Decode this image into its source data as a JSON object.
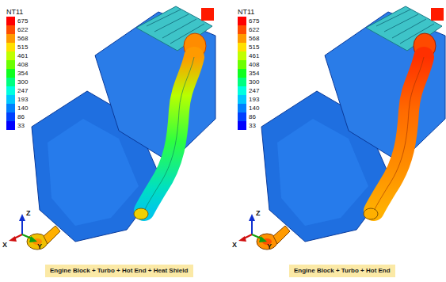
{
  "diagram": {
    "nodes": [
      {
        "text": [
          "Engine Block + Turbo + Hot End + Heat Shield"
        ]
      },
      {
        "text": [
          "Engine Block + Turbo + Hot End"
        ]
      }
    ],
    "labels": [
      "NT11",
      "Z",
      "X",
      "Y",
      "NT11",
      "Z",
      "X",
      "Y"
    ],
    "legend": [
      {
        "text": "675",
        "color": "#ff0000"
      },
      {
        "text": "622",
        "color": "#ff4d00"
      },
      {
        "text": "568",
        "color": "#ff9a00"
      },
      {
        "text": "515",
        "color": "#ffe000"
      },
      {
        "text": "461",
        "color": "#c0ff00"
      },
      {
        "text": "408",
        "color": "#6cff00"
      },
      {
        "text": "354",
        "color": "#10ff20"
      },
      {
        "text": "300",
        "color": "#00ff80"
      },
      {
        "text": "247",
        "color": "#00ffe0"
      },
      {
        "text": "193",
        "color": "#00c8ff"
      },
      {
        "text": "140",
        "color": "#0080ff"
      },
      {
        "text": "86",
        "color": "#0040ff"
      },
      {
        "text": "33",
        "color": "#0000ff"
      },
      {
        "text": "675",
        "color": "#ff0000"
      },
      {
        "text": "622",
        "color": "#ff4d00"
      },
      {
        "text": "568",
        "color": "#ff9a00"
      },
      {
        "text": "515",
        "color": "#ffe000"
      },
      {
        "text": "461",
        "color": "#c0ff00"
      },
      {
        "text": "408",
        "color": "#6cff00"
      },
      {
        "text": "354",
        "color": "#10ff20"
      },
      {
        "text": "300",
        "color": "#00ff80"
      },
      {
        "text": "247",
        "color": "#00ffe0"
      },
      {
        "text": "193",
        "color": "#00c8ff"
      },
      {
        "text": "140",
        "color": "#0080ff"
      },
      {
        "text": "86",
        "color": "#0040ff"
      },
      {
        "text": "33",
        "color": "#0000ff"
      }
    ]
  }
}
